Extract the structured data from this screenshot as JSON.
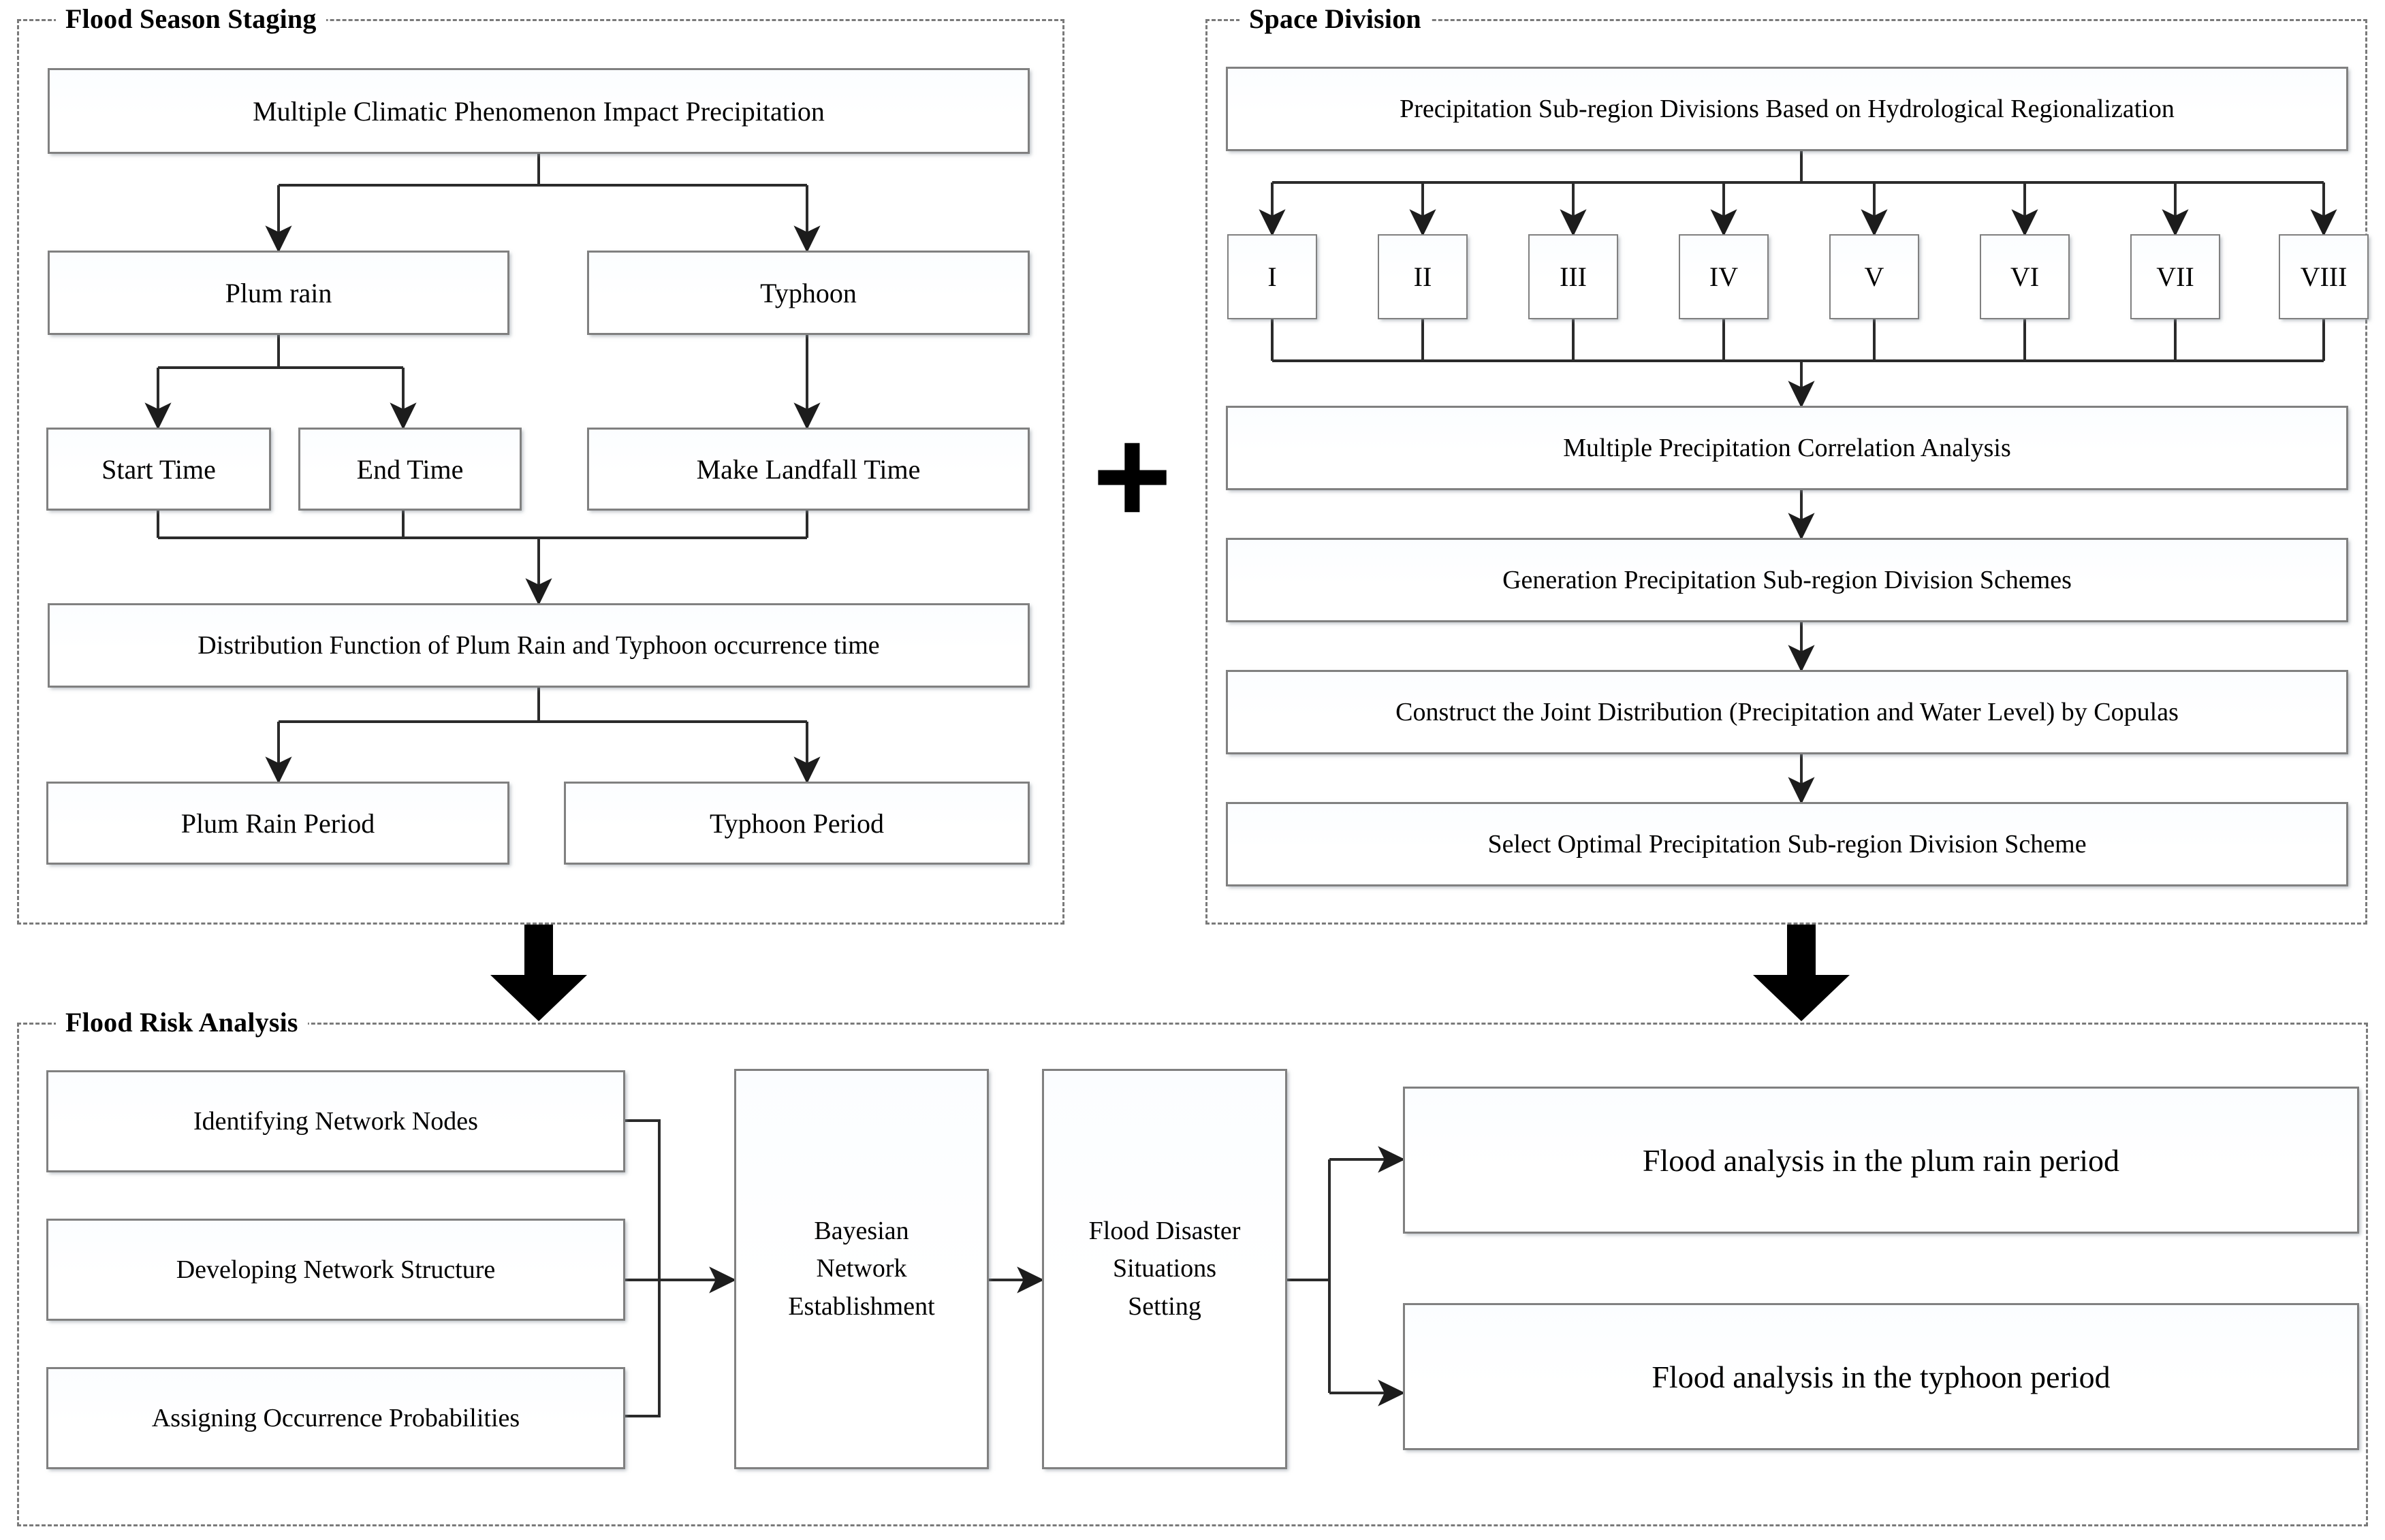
{
  "panels": {
    "flood_season_staging": {
      "title": "Flood Season Staging",
      "boxes": {
        "root": "Multiple Climatic Phenomenon Impact Precipitation",
        "plum_rain": "Plum rain",
        "typhoon": "Typhoon",
        "start_time": "Start Time",
        "end_time": "End Time",
        "make_landfall_time": "Make Landfall Time",
        "distribution_function": "Distribution Function of Plum Rain and Typhoon occurrence time",
        "plum_rain_period": "Plum Rain Period",
        "typhoon_period": "Typhoon Period"
      }
    },
    "space_division": {
      "title": "Space Division",
      "boxes": {
        "root": "Precipitation Sub-region Divisions Based on Hydrological Regionalization",
        "subregions": [
          "I",
          "II",
          "III",
          "IV",
          "V",
          "VI",
          "VII",
          "VIII"
        ],
        "correlation": "Multiple Precipitation Correlation Analysis",
        "generation": "Generation Precipitation Sub-region Division Schemes",
        "copulas": "Construct the Joint Distribution (Precipitation and Water Level) by Copulas",
        "select_optimal": "Select Optimal Precipitation Sub-region Division Scheme"
      }
    },
    "flood_risk_analysis": {
      "title": "Flood Risk Analysis",
      "boxes": {
        "identifying_nodes": "Identifying Network Nodes",
        "developing_structure": "Developing Network Structure",
        "assigning_probabilities": "Assigning Occurrence Probabilities",
        "bayesian_network": "Bayesian\nNetwork\nEstablishment",
        "flood_disaster": "Flood Disaster\nSituations\nSetting",
        "plum_rain_analysis": "Flood analysis in the plum rain period",
        "typhoon_analysis": "Flood analysis in the typhoon period"
      }
    }
  },
  "connector": {
    "plus_symbol": "+"
  },
  "colors": {
    "box_border": "#808080",
    "panel_border": "#7a7a7a",
    "text": "#000000",
    "wire": "#2b2b2b",
    "big_arrow": "#000000",
    "background": "#ffffff"
  }
}
